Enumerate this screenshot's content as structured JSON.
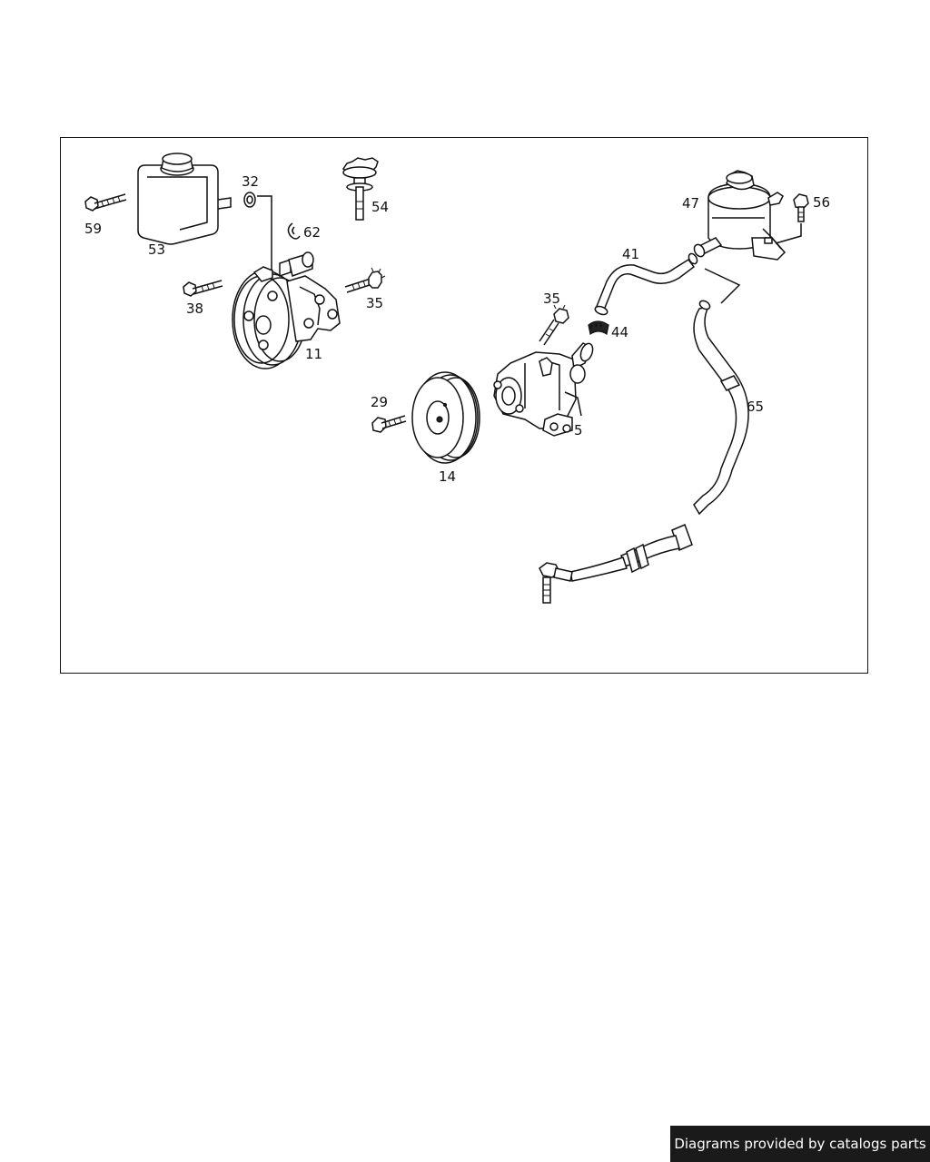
{
  "diagram": {
    "part_labels": {
      "p59": "59",
      "p53": "53",
      "p32": "32",
      "p62": "62",
      "p54": "54",
      "p38": "38",
      "p35a": "35",
      "p11": "11",
      "p35b": "35",
      "p44": "44",
      "p29": "29",
      "p14": "14",
      "p5": "5",
      "p41": "41",
      "p47": "47",
      "p56": "56",
      "p65": "65"
    }
  },
  "footer": {
    "credit": "Diagrams provided by catalogs parts"
  }
}
